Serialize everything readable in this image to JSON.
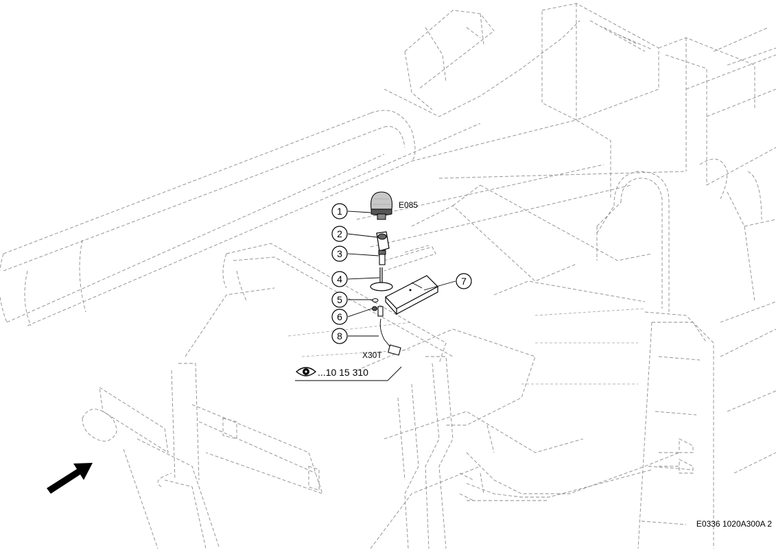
{
  "callouts": [
    {
      "num": "1"
    },
    {
      "num": "2"
    },
    {
      "num": "3"
    },
    {
      "num": "4"
    },
    {
      "num": "5"
    },
    {
      "num": "6"
    },
    {
      "num": "7"
    },
    {
      "num": "8"
    }
  ],
  "labels": {
    "beacon_code": "E085",
    "connector_code": "X30T",
    "reference": "...10 15 310",
    "drawing_id": "E0336 1020A300A 2"
  },
  "icons": {
    "view_reference": "eye-icon",
    "direction": "direction-arrow-icon"
  }
}
